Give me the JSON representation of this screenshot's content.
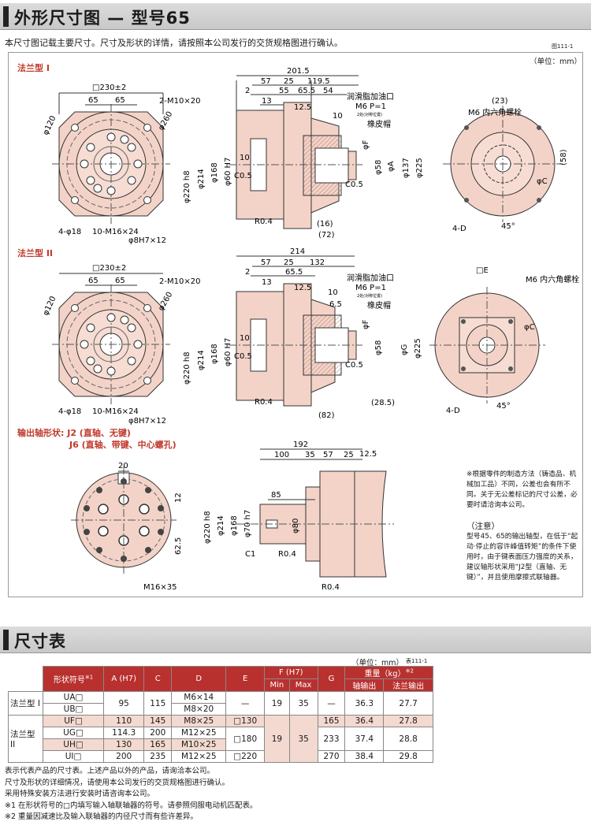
{
  "header1": {
    "title": "外形尺寸图 — 型号65"
  },
  "intro": "本尺寸图记载主要尺寸。尺寸及形状的详情，请按照本公司发行的交货规格图进行确认。",
  "fig_no": "图111-1",
  "unit": "（单位：mm）",
  "flange1": {
    "label": "法兰型 I",
    "left": {
      "sq": "□230±2",
      "d65a": "65",
      "d65b": "65",
      "tap": "2-M10×20",
      "d120": "φ120",
      "d260": "φ260",
      "holes": "4-φ18",
      "m16": "10-M16×24",
      "pin": "φ8H7×12"
    },
    "mid": {
      "d2015": "201.5",
      "d57": "57",
      "d25": "25",
      "d1195": "119.5",
      "d2": "2",
      "d55": "55",
      "d655": "65.5",
      "d54": "54",
      "d13": "13",
      "d125": "12.5",
      "d10a": "10",
      "d220": "φ220 h8",
      "d214": "φ214",
      "d168": "φ168",
      "d60": "φ60 H7",
      "d10b": "10",
      "c05": "C0.5",
      "r04": "R0.4",
      "oil": "润滑脂加油口",
      "m6": "M6 P=1",
      "pos": "2处(对称位置)",
      "rubber": "橡皮帽",
      "f": "φF",
      "d58": "φ58",
      "a": "φA",
      "d137": "φ137",
      "d225": "φ225",
      "c05b": "C0.5",
      "d16": "(16)",
      "d72": "(72)"
    },
    "right": {
      "d23": "(23)",
      "bolt": "M6 内六角螺栓",
      "d58": "(58)",
      "c": "φC",
      "holes": "4-D",
      "ang": "45°"
    }
  },
  "flange2": {
    "label": "法兰型 II",
    "left": {
      "sq": "□230±2",
      "d65a": "65",
      "d65b": "65",
      "tap": "2-M10×20",
      "d120": "φ120",
      "d260": "φ260",
      "holes": "4-φ18",
      "m16": "10-M16×24",
      "pin": "φ8H7×12"
    },
    "mid": {
      "d214": "214",
      "d57": "57",
      "d25": "25",
      "d132": "132",
      "d2": "2",
      "d655": "65.5",
      "d13": "13",
      "d125": "12.5",
      "d10a": "10",
      "d65": "6.5",
      "d220": "φ220 h8",
      "d214b": "φ214",
      "d168": "φ168",
      "d60": "φ60 H7",
      "d10b": "10",
      "c05": "C0.5",
      "r04": "R0.4",
      "oil": "润滑脂加油口",
      "m6": "M6 P=1",
      "pos": "2处(对称位置)",
      "rubber": "橡皮帽",
      "f": "φF",
      "d58": "φ58",
      "g": "φG",
      "d225": "φ225",
      "c05b": "C0.5",
      "d285": "(28.5)",
      "d82": "(82)"
    },
    "right": {
      "e": "□E",
      "bolt": "M6 内六角螺栓",
      "c": "φC",
      "holes": "4-D",
      "ang": "45°"
    }
  },
  "shaft": {
    "label1": "输出轴形状: J2 (直轴、无键)",
    "label2": "J6 (直轴、带键、中心螺孔)",
    "left": {
      "d20": "20",
      "d12": "12",
      "d625": "62.5",
      "m16": "M16×35"
    },
    "mid": {
      "d192": "192",
      "d100": "100",
      "d35": "35",
      "d57": "57",
      "d25": "25",
      "d125": "12.5",
      "d85": "85",
      "d220": "φ220 h8",
      "d214": "φ214",
      "d168": "φ168",
      "d70": "φ70 h7",
      "d80": "φ80",
      "c1": "C1",
      "r04a": "R0.4",
      "r04b": "R0.4"
    }
  },
  "side_note": "※根据零件的制造方法（铸造品、机械加工品）不同，公差也会有所不同。关于无公差标记的尺寸公差，必要时请洽询本公司。",
  "attention": {
    "title": "（注意）",
    "text": "型号45、65的输出轴型，在低于“起动·停止的容许峰值转矩”的条件下使用时，由于键表面压力强度的关系，建议轴形状采用“J2型（直轴、无键）”，并且使用摩擦式联轴器。"
  },
  "header2": {
    "title": "尺寸表"
  },
  "table_unit": "（单位：mm）",
  "table_no": "表111-1",
  "table": {
    "h_code": "形状符号",
    "h_code_sup": "※1",
    "h_a": "A (H7)",
    "h_c": "C",
    "h_d": "D",
    "h_e": "E",
    "h_f": "F (H7)",
    "h_min": "Min",
    "h_max": "Max",
    "h_g": "G",
    "h_w": "重量（kg）",
    "h_w_sup": "※2",
    "h_w1": "轴输出",
    "h_w2": "法兰输出",
    "g1_label": "法兰型 I",
    "g2_label": "法兰型 II",
    "rows": [
      {
        "code": "UA□",
        "a": "95",
        "c": "115",
        "d": "M6×14",
        "e": "—",
        "fmin": "19",
        "fmax": "35",
        "g": "—",
        "w1": "36.3",
        "w2": "27.7"
      },
      {
        "code": "UB□",
        "d": "M8×20"
      },
      {
        "code": "UF□",
        "a": "110",
        "c": "145",
        "d": "M8×25",
        "e": "□130",
        "g": "165",
        "w1": "36.4",
        "w2": "27.8"
      },
      {
        "code": "UG□",
        "a": "114.3",
        "c": "200",
        "d": "M12×25",
        "e": "□180",
        "fmin": "19",
        "fmax": "35",
        "g": "233",
        "w1": "37.4",
        "w2": "28.8"
      },
      {
        "code": "UH□",
        "a": "130",
        "c": "165",
        "d": "M10×25"
      },
      {
        "code": "UI□",
        "a": "200",
        "c": "235",
        "d": "M12×25",
        "e": "□220",
        "g": "270",
        "w1": "38.4",
        "w2": "29.8"
      }
    ]
  },
  "notes": [
    "表示代表产品的尺寸表。上述产品以外的产品，请询洽本公司。",
    "尺寸及形状的详细情况，请使用本公司发行的交货规格图进行确认。",
    "采用特殊安装方法进行安装时请咨询本公司。",
    "※1 在形状符号的□内填写输入轴联轴器的符号。请参照伺服电动机匹配表。",
    "※2 重量因减速比及输入联轴器的内径尺寸而有些许差异。"
  ]
}
